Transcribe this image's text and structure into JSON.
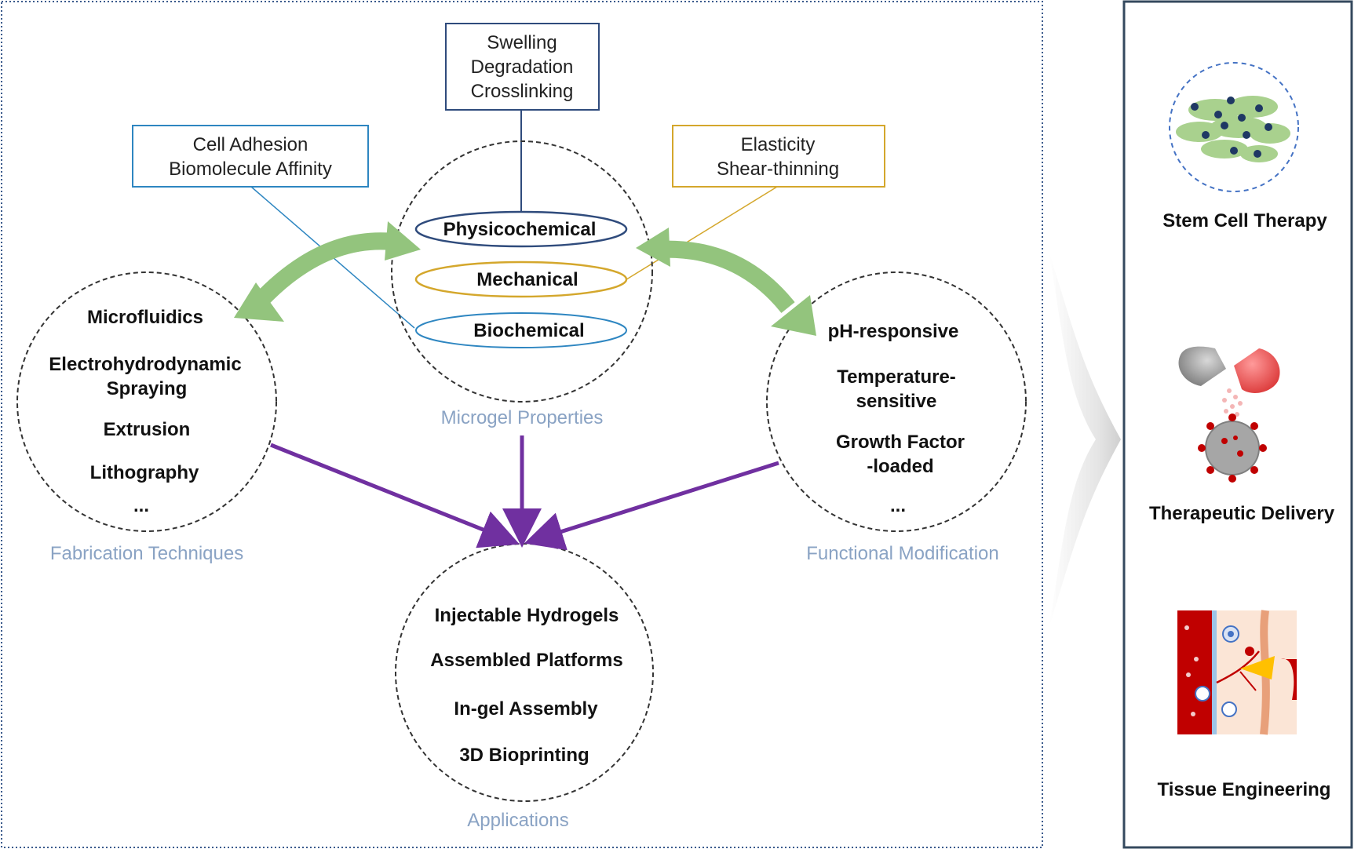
{
  "top_box": {
    "lines": [
      "Swelling",
      "Degradation",
      "Crosslinking"
    ],
    "color": "#2f4b7c"
  },
  "left_box": {
    "lines": [
      "Cell Adhesion",
      "Biomolecule Affinity"
    ],
    "color": "#2e86c1"
  },
  "right_box": {
    "lines": [
      "Elasticity",
      "Shear-thinning"
    ],
    "color": "#d4a72c"
  },
  "microgel": {
    "caption": "Microgel Properties",
    "properties": [
      {
        "label": "Physicochemical",
        "color": "#2f4b7c"
      },
      {
        "label": "Mechanical",
        "color": "#d4a72c"
      },
      {
        "label": "Biochemical",
        "color": "#2e86c1"
      }
    ]
  },
  "fabrication": {
    "caption": "Fabrication Techniques",
    "items": [
      "Microfluidics",
      "Electrohydrodynamic",
      "Spraying",
      "Extrusion",
      "Lithography",
      "..."
    ]
  },
  "functional": {
    "caption": "Functional  Modification",
    "items": [
      "pH-responsive",
      "Temperature-",
      "sensitive",
      "Growth Factor",
      "-loaded",
      "..."
    ]
  },
  "applications": {
    "caption": "Applications",
    "items": [
      "Injectable Hydrogels",
      "Assembled Platforms",
      "In-gel Assembly",
      "3D Bioprinting"
    ]
  },
  "panel": {
    "items": [
      {
        "label": "Stem Cell  Therapy",
        "icon": "stem-cell-icon"
      },
      {
        "label": "Therapeutic Delivery",
        "icon": "capsule-virus-icon"
      },
      {
        "label": "Tissue Engineering",
        "icon": "blood-vessel-tissue-icon"
      }
    ]
  },
  "colors": {
    "green_arrow": "#93c47d",
    "purple_arrow": "#7030a0",
    "dotted_border": "#3a5a8c",
    "caption": "#8aa3c4"
  }
}
